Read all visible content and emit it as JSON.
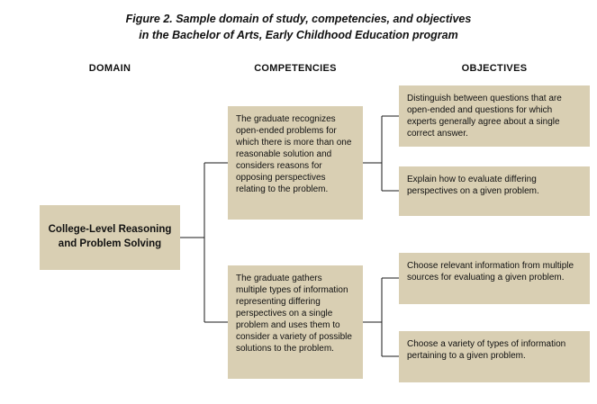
{
  "figure": {
    "title_line1": "Figure 2. Sample domain of study, competencies, and objectives",
    "title_line2": "in the Bachelor of Arts, Early Childhood Education program"
  },
  "columns": {
    "domain": "DOMAIN",
    "competencies": "COMPETENCIES",
    "objectives": "OBJECTIVES"
  },
  "domain_box": "College-Level Reasoning and Problem Solving",
  "competency_boxes": [
    "The graduate recognizes open-ended problems for which there is more than one reasonable solution and considers reasons for opposing perspectives relating to the problem.",
    "The graduate gathers multiple types of information representing differing perspectives on a single problem and uses them to consider a variety of possible solutions to the problem."
  ],
  "objective_boxes": [
    "Distinguish between questions that are open-ended and questions for which experts generally agree about a single correct answer.",
    "Explain how to evaluate differing perspectives on a given problem.",
    "Choose relevant information from multiple sources for evaluating a given problem.",
    "Choose a variety of types of information pertaining to a given problem."
  ],
  "colors": {
    "box_fill": "#d9cfb3",
    "line": "#1a1a1a"
  }
}
